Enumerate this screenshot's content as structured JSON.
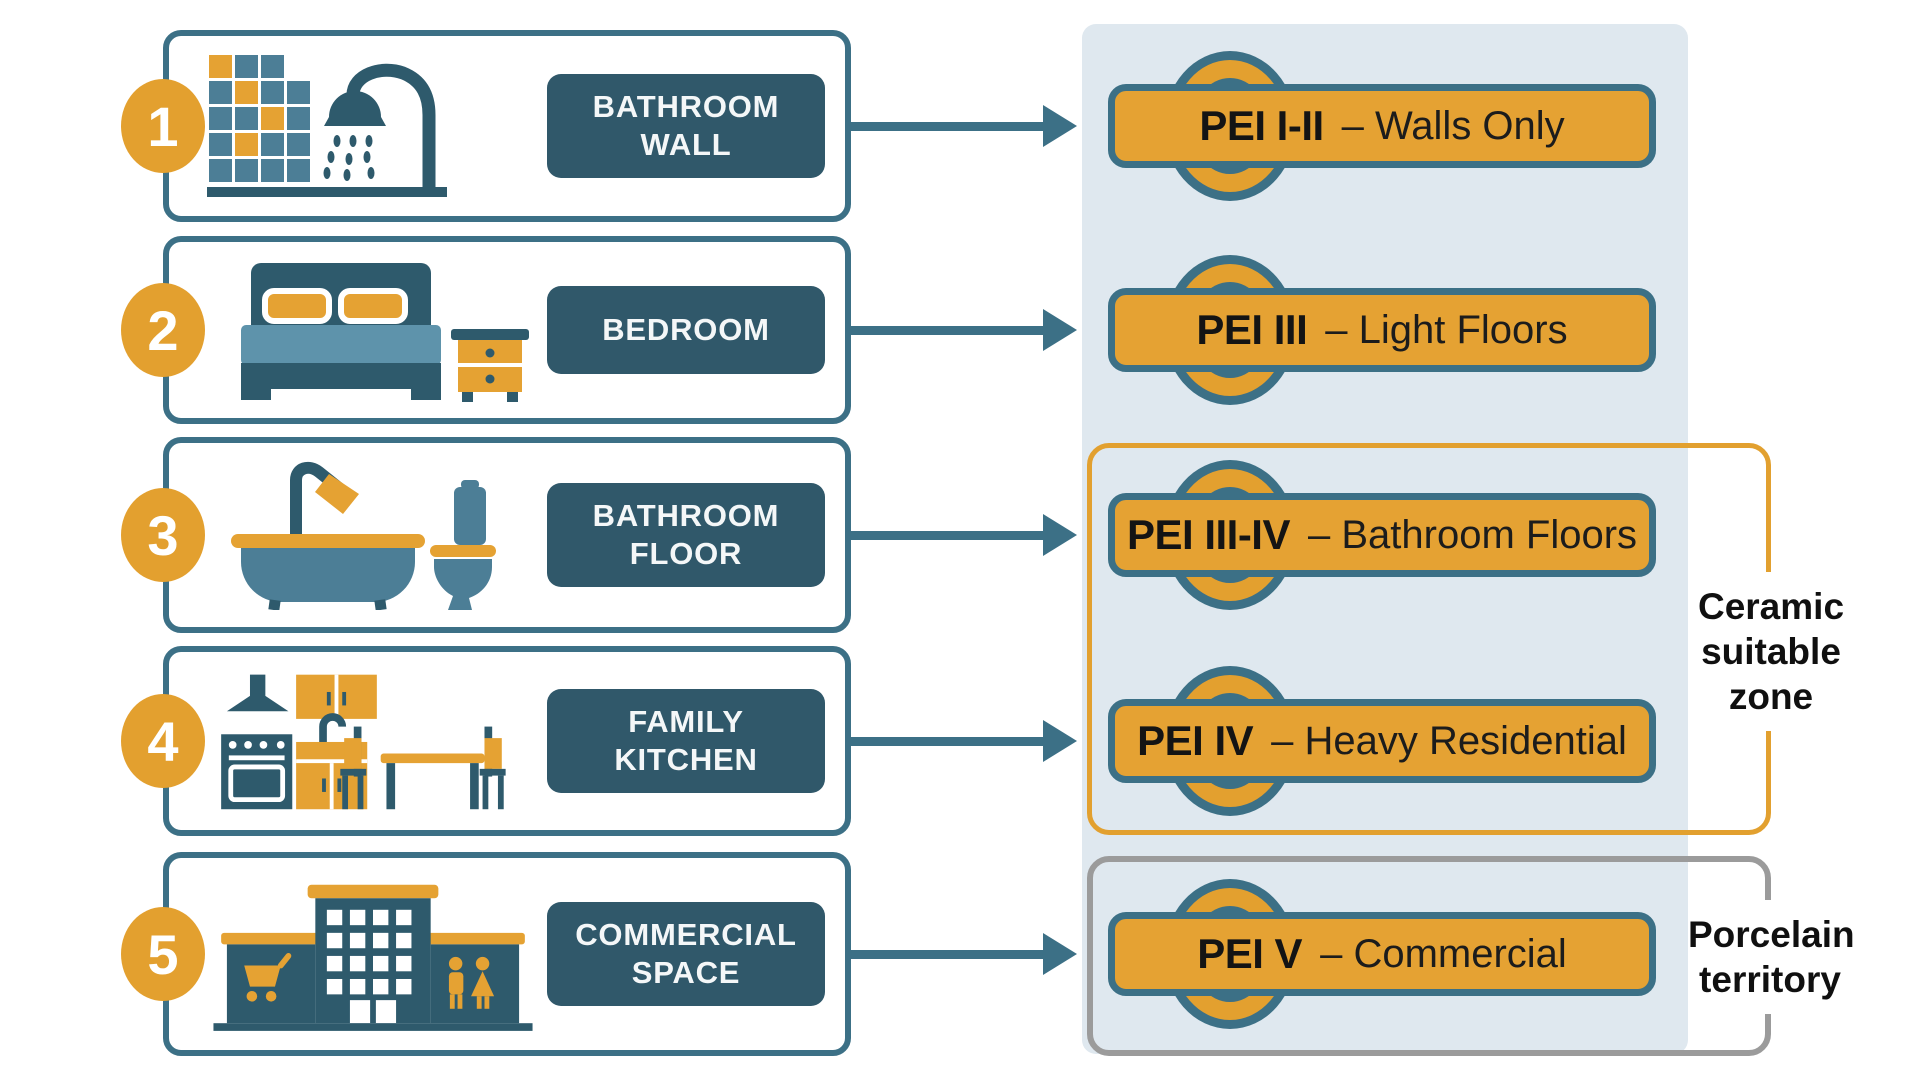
{
  "palette": {
    "teal_border": "#3C7086",
    "dark_box": "#30586A",
    "icon_dark": "#2E5A6C",
    "icon_teal": "#4C7E96",
    "orange": "#E5A233",
    "zone_orange_border": "#E2A02F",
    "zone_gray_border": "#9B9B9B",
    "panel_background": "#dfe8ef",
    "label_text_light": "#F4F7F8",
    "badge_text_dark": "#141414"
  },
  "rows": [
    {
      "number": "1",
      "icon": "bathroom-wall-icon",
      "label_lines": [
        "BATHROOM",
        "WALL"
      ],
      "pei_bold": "PEI I-II",
      "pei_rest": "– Walls Only"
    },
    {
      "number": "2",
      "icon": "bedroom-icon",
      "label_lines": [
        "BEDROOM"
      ],
      "pei_bold": "PEI III",
      "pei_rest": "– Light Floors"
    },
    {
      "number": "3",
      "icon": "bathroom-floor-icon",
      "label_lines": [
        "BATHROOM",
        "FLOOR"
      ],
      "pei_bold": "PEI III-IV",
      "pei_rest": "– Bathroom Floors"
    },
    {
      "number": "4",
      "icon": "family-kitchen-icon",
      "label_lines": [
        "FAMILY",
        "KITCHEN"
      ],
      "pei_bold": "PEI IV",
      "pei_rest": "– Heavy Residential"
    },
    {
      "number": "5",
      "icon": "commercial-space-icon",
      "label_lines": [
        "COMMERCIAL",
        "SPACE"
      ],
      "pei_bold": "PEI V",
      "pei_rest": "– Commercial"
    }
  ],
  "zones": [
    {
      "id": "ceramic-suitable-zone",
      "label_lines": [
        "Ceramic",
        "suitable",
        "zone"
      ]
    },
    {
      "id": "porcelain-territory",
      "label_lines": [
        "Porcelain",
        "territory"
      ]
    }
  ]
}
